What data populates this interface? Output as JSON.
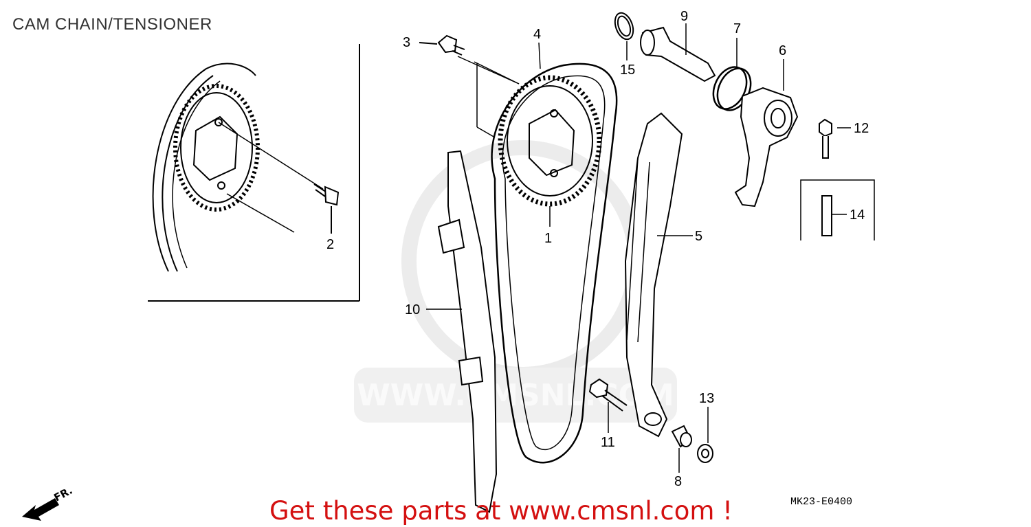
{
  "title": "CAM CHAIN/TENSIONER",
  "callouts": {
    "c1": "1",
    "c2": "2",
    "c3": "3",
    "c4": "4",
    "c5": "5",
    "c6": "6",
    "c7": "7",
    "c8": "8",
    "c9": "9",
    "c10": "10",
    "c11": "11",
    "c12": "12",
    "c13": "13",
    "c14": "14",
    "c15": "15"
  },
  "diagram_code": "MK23-E0400",
  "front_marker": "FR.",
  "promo_text": "Get these parts at www.cmsnl.com !",
  "watermark": "WWW.CMSNL.COM",
  "colors": {
    "promo": "#d41010",
    "line": "#000000",
    "watermark": "#e6e6e6"
  }
}
